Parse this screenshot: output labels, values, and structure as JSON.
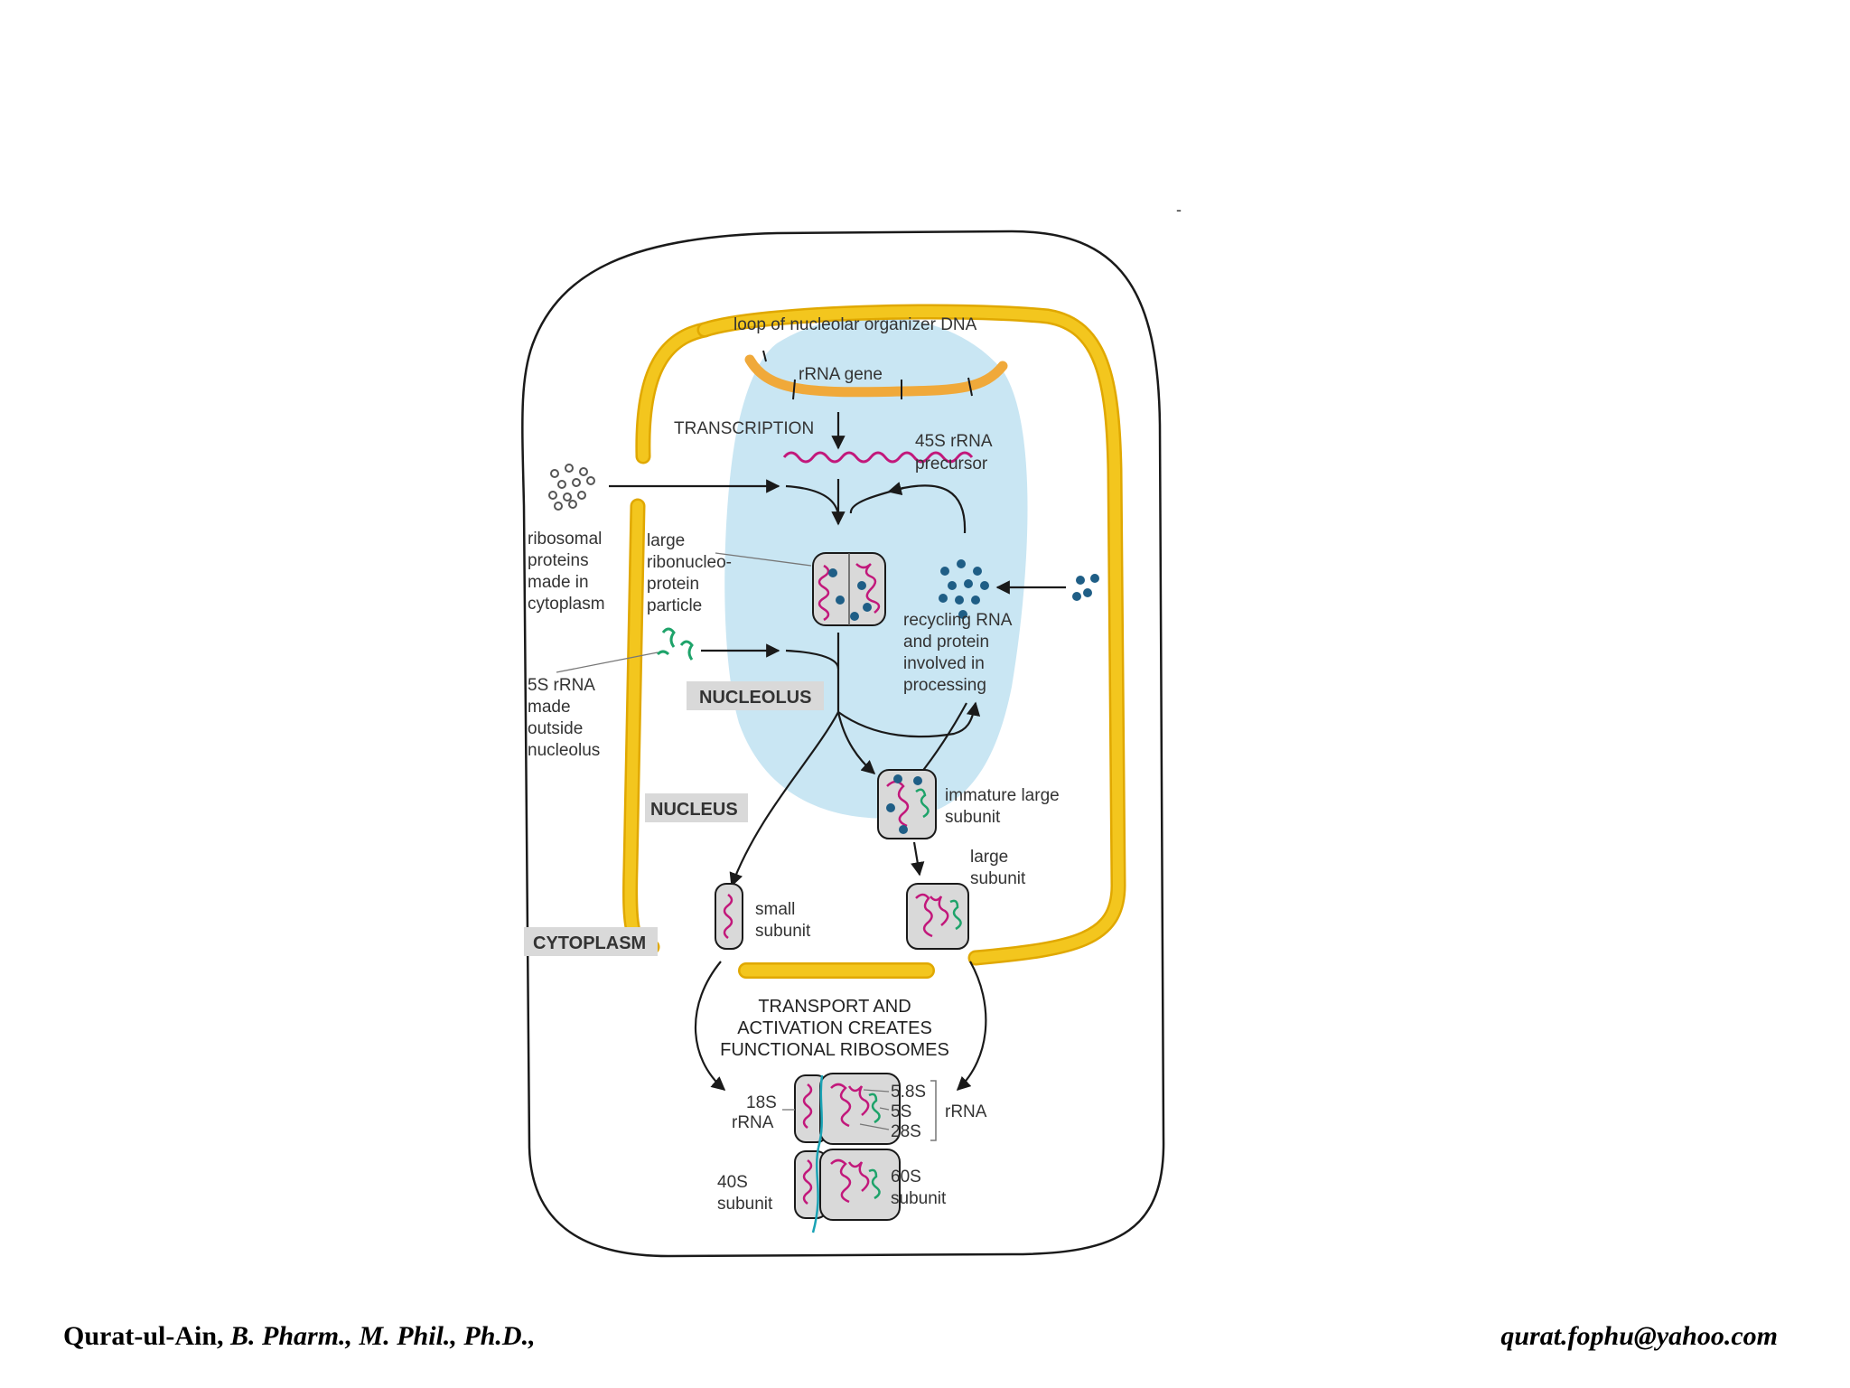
{
  "colors": {
    "nucleolus": "#c9e6f3",
    "envelope": "#f3c61e",
    "gene": "#f0a93a",
    "rna": "#c2187b",
    "rna_5s": "#1ea36a",
    "protein": "#1f5e86",
    "particle": "#d9d9d9",
    "outline": "#1a1a1a"
  },
  "diagram": {
    "dna_loop": "loop of nucleolar organizer DNA",
    "rrna_gene": "rRNA gene",
    "transcription": "TRANSCRIPTION",
    "precursor": [
      "45S rRNA",
      "precursor"
    ],
    "ribosomal_proteins": [
      "ribosomal",
      "proteins",
      "made in",
      "cytoplasm"
    ],
    "large_particle": [
      "large",
      "ribonucleo-",
      "protein",
      "particle"
    ],
    "recycling": [
      "recycling RNA",
      "and protein",
      "involved in",
      "processing"
    ],
    "five_s": [
      "5S rRNA",
      "made",
      "outside",
      "nucleolus"
    ],
    "nucleolus_label": "NUCLEOLUS",
    "nucleus_label": "NUCLEUS",
    "cytoplasm_label": "CYTOPLASM",
    "immature": [
      "immature large",
      "subunit"
    ],
    "large_subunit": [
      "large",
      "subunit"
    ],
    "small_subunit": [
      "small",
      "subunit"
    ],
    "transport": [
      "TRANSPORT AND",
      "ACTIVATION CREATES",
      "FUNCTIONAL RIBOSOMES"
    ],
    "rrna_18s": [
      "18S",
      "rRNA"
    ],
    "rrna_types": [
      "5.8S",
      "5S",
      "28S"
    ],
    "rrna_bracket": "rRNA",
    "subunit_40s": [
      "40S",
      "subunit"
    ],
    "subunit_60s": [
      "60S",
      "subunit"
    ]
  },
  "footer": {
    "author": "Qurat-ul-Ain,",
    "degrees": " B. Pharm., M. Phil., Ph.D.,",
    "email": "qurat.fophu@yahoo.com"
  },
  "stray_mark": "-"
}
